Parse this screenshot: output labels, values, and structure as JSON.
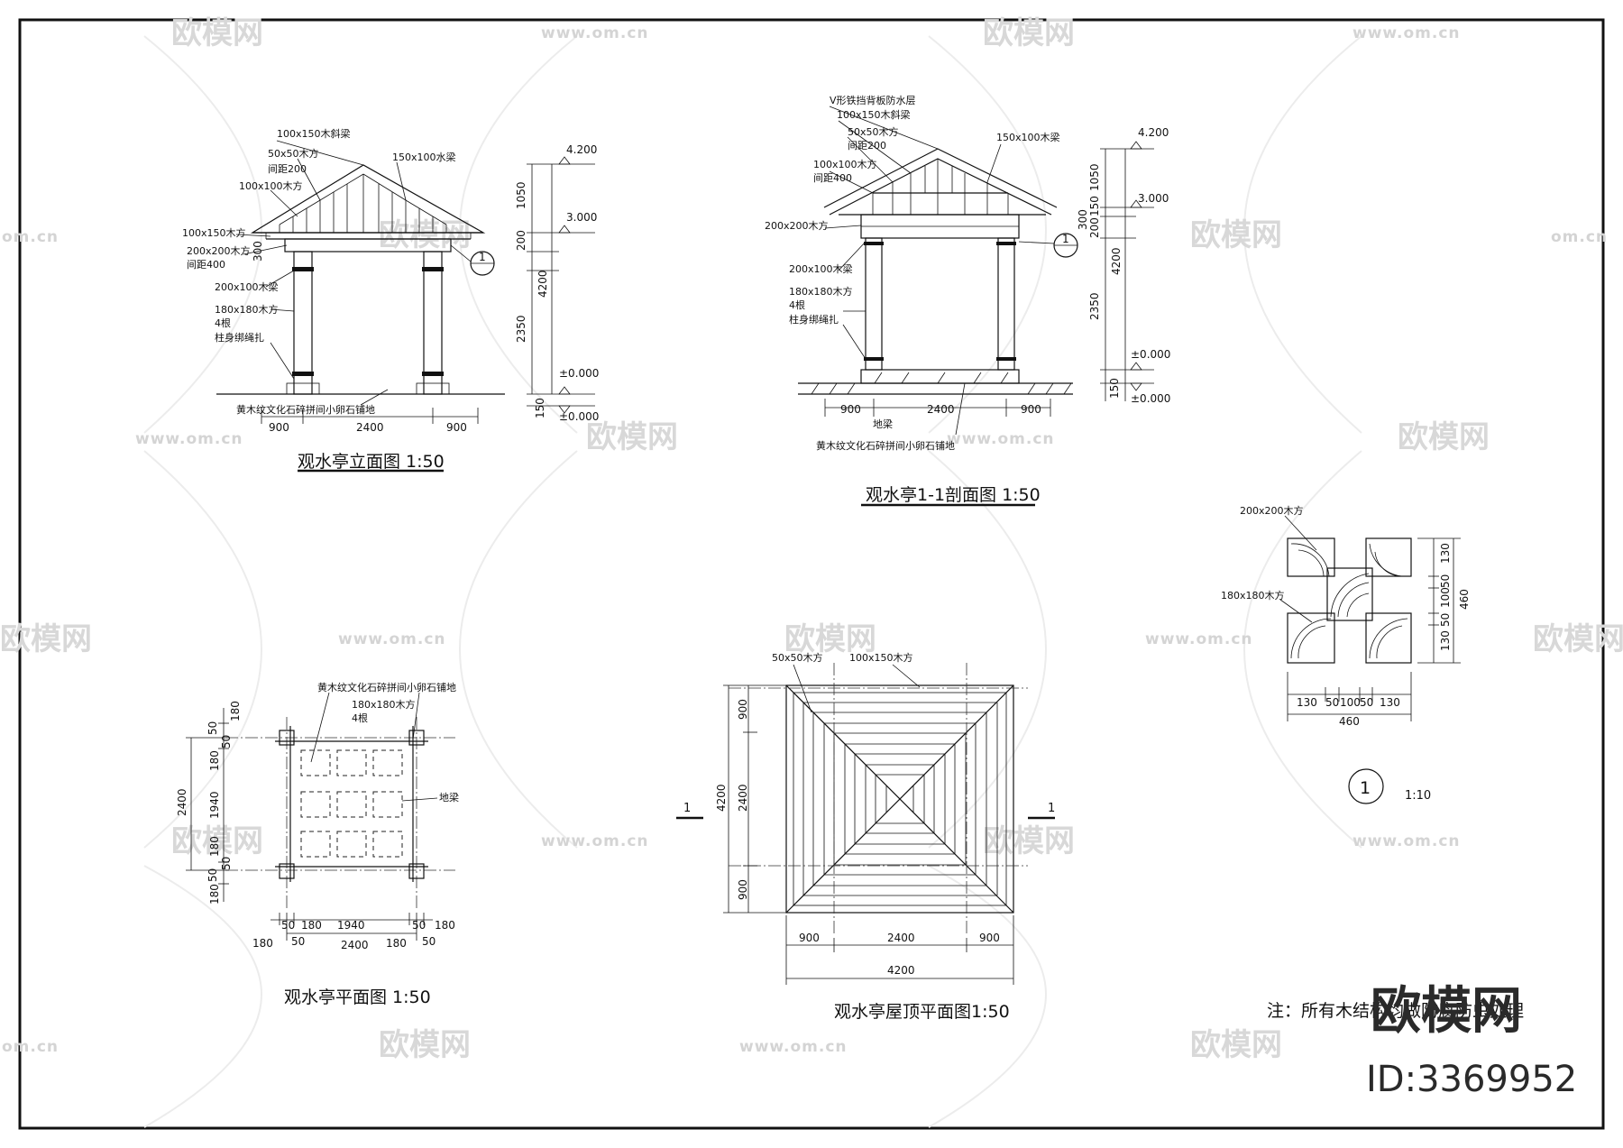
{
  "watermark": {
    "brand": "欧模网",
    "url": "www.om.cn",
    "url_short": "om.cn",
    "id": "ID:3369952"
  },
  "elevation": {
    "title": "观水亭立面图 1:50",
    "labels": {
      "ridge_beam": "100x150木斜梁",
      "purlin": "50x50木方",
      "purlin_spacing": "间距200",
      "water_beam": "150x100水梁",
      "square100": "100x100木方",
      "square100x150": "100x150木方",
      "square200": "200x200木方",
      "spacing400": "间距400",
      "beam200x100": "200x100木梁",
      "column": "180x180木方",
      "column_count": "4根",
      "column_base": "柱身绑绳扎",
      "paving": "黄木纹文化石碎拼间小卵石铺地"
    },
    "dims": {
      "d900a": "900",
      "d2400": "2400",
      "d900b": "900",
      "d150": "150",
      "d300": "300",
      "d200": "200",
      "d1050": "1050",
      "d2350": "2350",
      "d4200": "4200"
    },
    "levels": {
      "top": "4.200",
      "mid": "3.000",
      "zero": "±0.000",
      "zero2": "±0.000"
    },
    "detail_tag": "1"
  },
  "section": {
    "title": "观水亭1-1剖面图 1:50",
    "labels": {
      "roof": "V形铁挡背板防水层",
      "ridge_beam": "100x150木斜梁",
      "purlin": "50x50木方",
      "purlin_spacing": "间距200",
      "square100": "100x100木方",
      "spacing400": "间距400",
      "water_beam": "150x100木梁",
      "square200": "200x200木方",
      "beam200x100": "200x100木梁",
      "column": "180x180木方",
      "column_count": "4根",
      "column_base": "柱身绑绳扎",
      "ground_beam": "地梁",
      "paving": "黄木纹文化石碎拼间小卵石铺地"
    },
    "dims": {
      "d900a": "900",
      "d2400": "2400",
      "d900b": "900",
      "d1050": "1050",
      "d150": "150",
      "d300": "300",
      "d200": "200",
      "d2350": "2350",
      "d4200": "4200",
      "d150b": "150"
    },
    "levels": {
      "top": "4.200",
      "mid": "3.000",
      "zero": "±0.000",
      "zero2": "±0.000"
    },
    "detail_tag": "1"
  },
  "plan": {
    "title": "观水亭平面图 1:50",
    "labels": {
      "paving": "黄木纹文化石碎拼间小卵石铺地",
      "column": "180x180木方",
      "column_count": "4根",
      "ground_beam": "地梁"
    },
    "dims": {
      "left": [
        "180",
        "50",
        "50",
        "180",
        "1940",
        "180",
        "50",
        "50",
        "180"
      ],
      "left_total": "2400",
      "bottom_row": [
        "180",
        "50",
        "180",
        "1940",
        "180",
        "50",
        "180"
      ],
      "bottom_total": "2400",
      "extra": [
        "180",
        "50",
        "180"
      ]
    }
  },
  "roof_plan": {
    "title": "观水亭屋顶平面图1:50",
    "labels": {
      "purlin": "50x50木方",
      "square": "100x150木方"
    },
    "dims": {
      "top": "900",
      "mid": "2400",
      "bottom": "900",
      "total": "4200",
      "b900a": "900",
      "b2400": "2400",
      "b900b": "900",
      "btotal": "4200"
    },
    "cut_mark": "1"
  },
  "detail": {
    "labels": {
      "top": "200x200木方",
      "mid": "180x180木方"
    },
    "dims": {
      "r130a": "130",
      "r50a": "50",
      "r100": "100",
      "r50b": "50",
      "r130b": "130",
      "rtotal": "460",
      "b130a": "130",
      "b50a": "50",
      "b100": "100",
      "b50b": "50",
      "b130b": "130",
      "btotal": "460"
    },
    "tag": "1",
    "scale": "1:10"
  },
  "note": "注：所有木结构均做防腐防虫处理"
}
